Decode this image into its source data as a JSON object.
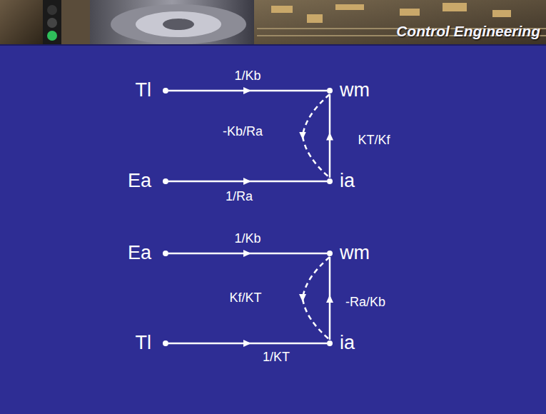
{
  "diagram": {
    "title": "Control Engineering",
    "nodes": [
      {
        "text": [
          "Tl"
        ]
      },
      {
        "text": [
          "wm"
        ]
      },
      {
        "text": [
          "Ea"
        ]
      },
      {
        "text": [
          "ia"
        ]
      },
      {
        "text": [
          "Ea"
        ]
      },
      {
        "text": [
          "wm"
        ]
      },
      {
        "text": [
          "Tl"
        ]
      },
      {
        "text": [
          "ia"
        ]
      }
    ],
    "edges": [
      {
        "from": 0,
        "to": 1,
        "label": "1/Kb",
        "arrow": "to"
      },
      {
        "from": 2,
        "to": 3,
        "label": "1/Ra",
        "arrow": "to"
      },
      {
        "from": 3,
        "to": 1,
        "label": "KT/Kf",
        "arrow": "to"
      },
      {
        "from": 1,
        "to": 3,
        "label": "-Kb/Ra",
        "arrow": "to"
      },
      {
        "from": 4,
        "to": 5,
        "label": "1/Kb",
        "arrow": "to"
      },
      {
        "from": 6,
        "to": 7,
        "label": "1/KT",
        "arrow": "to"
      },
      {
        "from": 7,
        "to": 5,
        "label": "-Ra/Kb",
        "arrow": "to"
      },
      {
        "from": 5,
        "to": 7,
        "label": "Kf/KT",
        "arrow": "to"
      }
    ]
  }
}
